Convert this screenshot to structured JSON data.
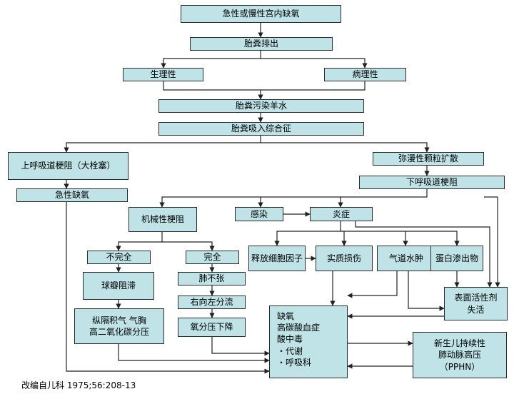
{
  "nodes": {
    "root": "急性或慢性宫内缺氧",
    "meconium_passage": "胎粪排出",
    "physiological": "生理性",
    "pathological": "病理性",
    "meconium_stained_fluid": "胎粪污染羊水",
    "mas": "胎粪吸入综合征",
    "upper_obstruction": "上呼吸道梗阻（大栓塞）",
    "acute_hypoxia": "急性缺氧",
    "diffuse_particles": "弥漫性颗粒扩散",
    "lower_obstruction": "下呼吸道梗阻",
    "mechanical_obstruction": "机械性梗阻",
    "infection": "感染",
    "inflammation": "炎症",
    "incomplete": "不完全",
    "complete": "完全",
    "ball_valve": "球瓣阻滞",
    "atelectasis": "肺不张",
    "right_left_shunt": "右向左分流",
    "po2_drop": "氧分压下降",
    "air_leak": "纵隔积气  气胸\n高二氧化碳分压",
    "cytokines": "释放细胞因子",
    "parenchymal_injury": "实质损伤",
    "airway_edema": "气道水肿",
    "protein_exudate": "蛋白渗出物",
    "surfactant_inactivation": "表面活性剂\n失活",
    "outcome": "缺氧\n高碳酸血症\n酸中毒\n  ・代谢\n  ・呼吸科",
    "pphn": "新生儿持续性\n肺动脉高压\n（PPHN）"
  },
  "caption": "改编自儿科 1975;56:208-13",
  "colors": {
    "box_fill": "#bfe3e6",
    "line": "#222222"
  }
}
